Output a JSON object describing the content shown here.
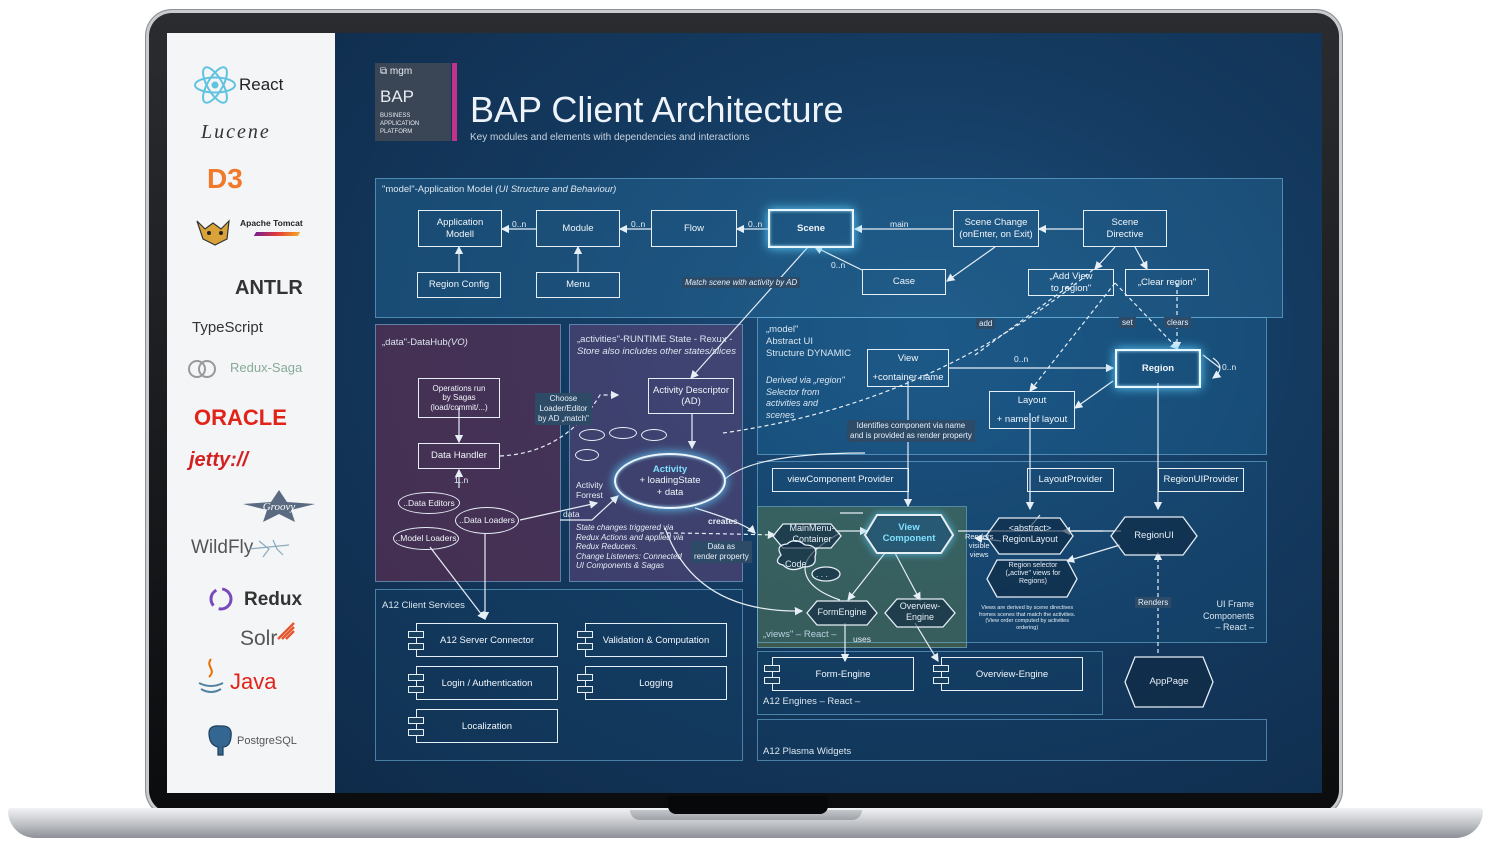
{
  "sidebar": {
    "logos": [
      "React",
      "Lucene",
      "D3",
      "Apache Tomcat",
      "ANTLR",
      "TypeScript",
      "Redux-Saga",
      "ORACLE",
      "jetty://",
      "Groovy",
      "WildFly",
      "Redux",
      "Solr",
      "Java",
      "PostgreSQL"
    ]
  },
  "brand": {
    "company": "mgm",
    "name": "BAP",
    "line1": "BUSINESS",
    "line2": "APPLICATION",
    "line3": "PLATFORM"
  },
  "header": {
    "title": "BAP Client Architecture",
    "subtitle": "Key modules and elements with dependencies and interactions"
  },
  "panels": {
    "model_prefix": "\"model\"-Application Model",
    "model_note": "(UI Structure and Behaviour)",
    "data_prefix": "„data\"-DataHub",
    "data_note": "(VO)",
    "activities_title": "„activities\"-RUNTIME State - Rexux -",
    "activities_note": "Store also includes other states/slices",
    "abstract_title": "„model\"\nAbstract UI\nStructure DYNAMIC",
    "abstract_note": "Derived via „region\"\nSelector from\nactivities and\nscenes",
    "client_services": "A12 Client Services",
    "views": "„views\" – React –",
    "ui_frame": "UI Frame\nComponents\n– React –",
    "engines": "A12 Engines – React –",
    "plasma": "A12 Plasma Widgets"
  },
  "nodes": {
    "app_model": "Application\nModell",
    "module": "Module",
    "flow": "Flow",
    "scene": "Scene",
    "scene_change": "Scene Change\n(onEnter, on Exit)",
    "scene_directive": "Scene\nDirective",
    "region_config": "Region Config",
    "menu": "Menu",
    "case": "Case",
    "add_view": "„Add View\nto region\"",
    "clear_region": "„Clear region\"",
    "ops_run": "Operations run\nby Sagas\n(load/commit/...)",
    "data_handler": "Data Handler",
    "data_editors": "..Data Editors",
    "data_loaders": "..Data Loaders",
    "model_loaders": "..Model Loaders",
    "activity_descriptor": "Activity Descriptor\n(AD)",
    "activity_name": "Activity",
    "activity_state": "+ loadingState\n+ data",
    "activity_forrest": "Activity\nForrest",
    "view": "View\n\n+container name",
    "region": "Region",
    "layout": "Layout\n\n+ name of layout",
    "view_component_provider": "viewComponent Provider",
    "layout_provider": "LayoutProvider",
    "region_ui_provider": "RegionUIProvider",
    "main_menu": "MainMenu-\nContainer",
    "code": "Code",
    "dots": ". . .",
    "view_component": "View\nComponent",
    "abstract_layout": "<abstract>\nRegionLayout",
    "region_ui": "RegionUI",
    "region_selector": "Region selector\n(„active\" views for\nRegions)",
    "form_engine_hex": "FormEngine",
    "overview_engine_hex": "Overview-\nEngine",
    "app_page": "AppPage",
    "a12_server_connector": "A12 Server Connector",
    "validation": "Validation & Computation",
    "login": "Login / Authentication",
    "logging": "Logging",
    "localization": "Localization",
    "form_engine": "Form-Engine",
    "overview_engine": "Overview-Engine"
  },
  "labels": {
    "on_1": "0..n",
    "on_2": "0..n",
    "on_3": "0..n",
    "on_4": "0..n",
    "on_5": "0..n",
    "on_6": "0..n",
    "main": "main",
    "match_scene": "Match scene with activity by AD",
    "add": "add",
    "set": "set",
    "clears": "clears",
    "choose_loader": "Choose\nLoader/Editor\nby AD „match\"",
    "one_n": "1..n",
    "data": "data",
    "creates": "creates",
    "state_changes": "State changes triggered via\nRedux Actions and applied via\nRedux Reducers.\nChange Listeners: Connected\nUI Components & Sagas",
    "identifies": "Identifies component via name\nand is provided as render property",
    "data_render": "Data as\nrender property",
    "renders_visible": "Renders\nvisible\nviews",
    "views_derived": "Views are derived by scene directives\nfromes scenes that match the activities.\n(View order computed by activities\nordering)",
    "renders": "Renders",
    "uses": "uses"
  },
  "colors": {
    "accent_pink": "#c2328a",
    "glow": "#5fd0ff",
    "panel_data": "#5a2f4a",
    "panel_activities": "#4c3c62",
    "panel_views": "#5a6a3c"
  }
}
